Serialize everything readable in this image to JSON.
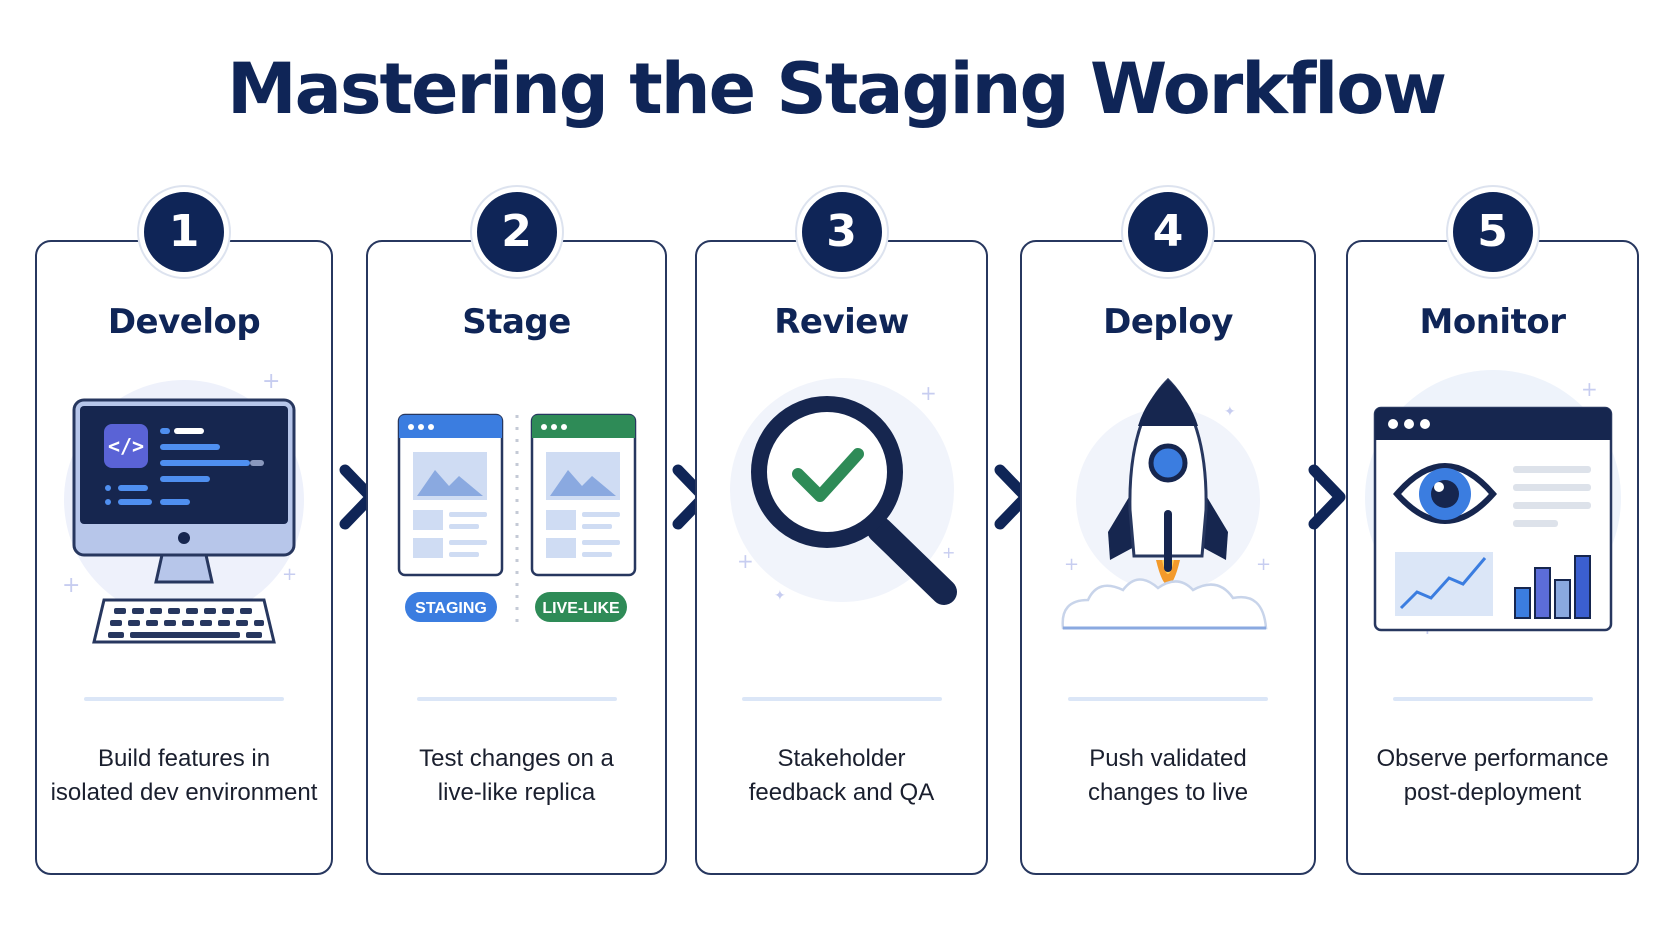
{
  "title": "Mastering the Staging Workflow",
  "steps": [
    {
      "number": "1",
      "title": "Develop",
      "desc": [
        "Build features in",
        "isolated dev environment"
      ]
    },
    {
      "number": "2",
      "title": "Stage",
      "desc": [
        "Test changes on a",
        "live-like replica"
      ],
      "labels": [
        "STAGING",
        "LIVE-LIKE"
      ]
    },
    {
      "number": "3",
      "title": "Review",
      "desc": [
        "Stakeholder",
        "feedback and QA"
      ]
    },
    {
      "number": "4",
      "title": "Deploy",
      "desc": [
        "Push validated",
        "changes to live"
      ]
    },
    {
      "number": "5",
      "title": "Monitor",
      "desc": [
        "Observe performance",
        "post-deployment"
      ]
    }
  ],
  "icons": [
    "monitor-code-icon",
    "browser-windows-icon",
    "magnifier-check-icon",
    "rocket-icon",
    "dashboard-eye-icon",
    "chevron-right-icon"
  ],
  "colors": {
    "navy": "#0f2557",
    "blue": "#3b7de0",
    "green": "#2e8b57",
    "light_blue": "#dbe6f7"
  }
}
